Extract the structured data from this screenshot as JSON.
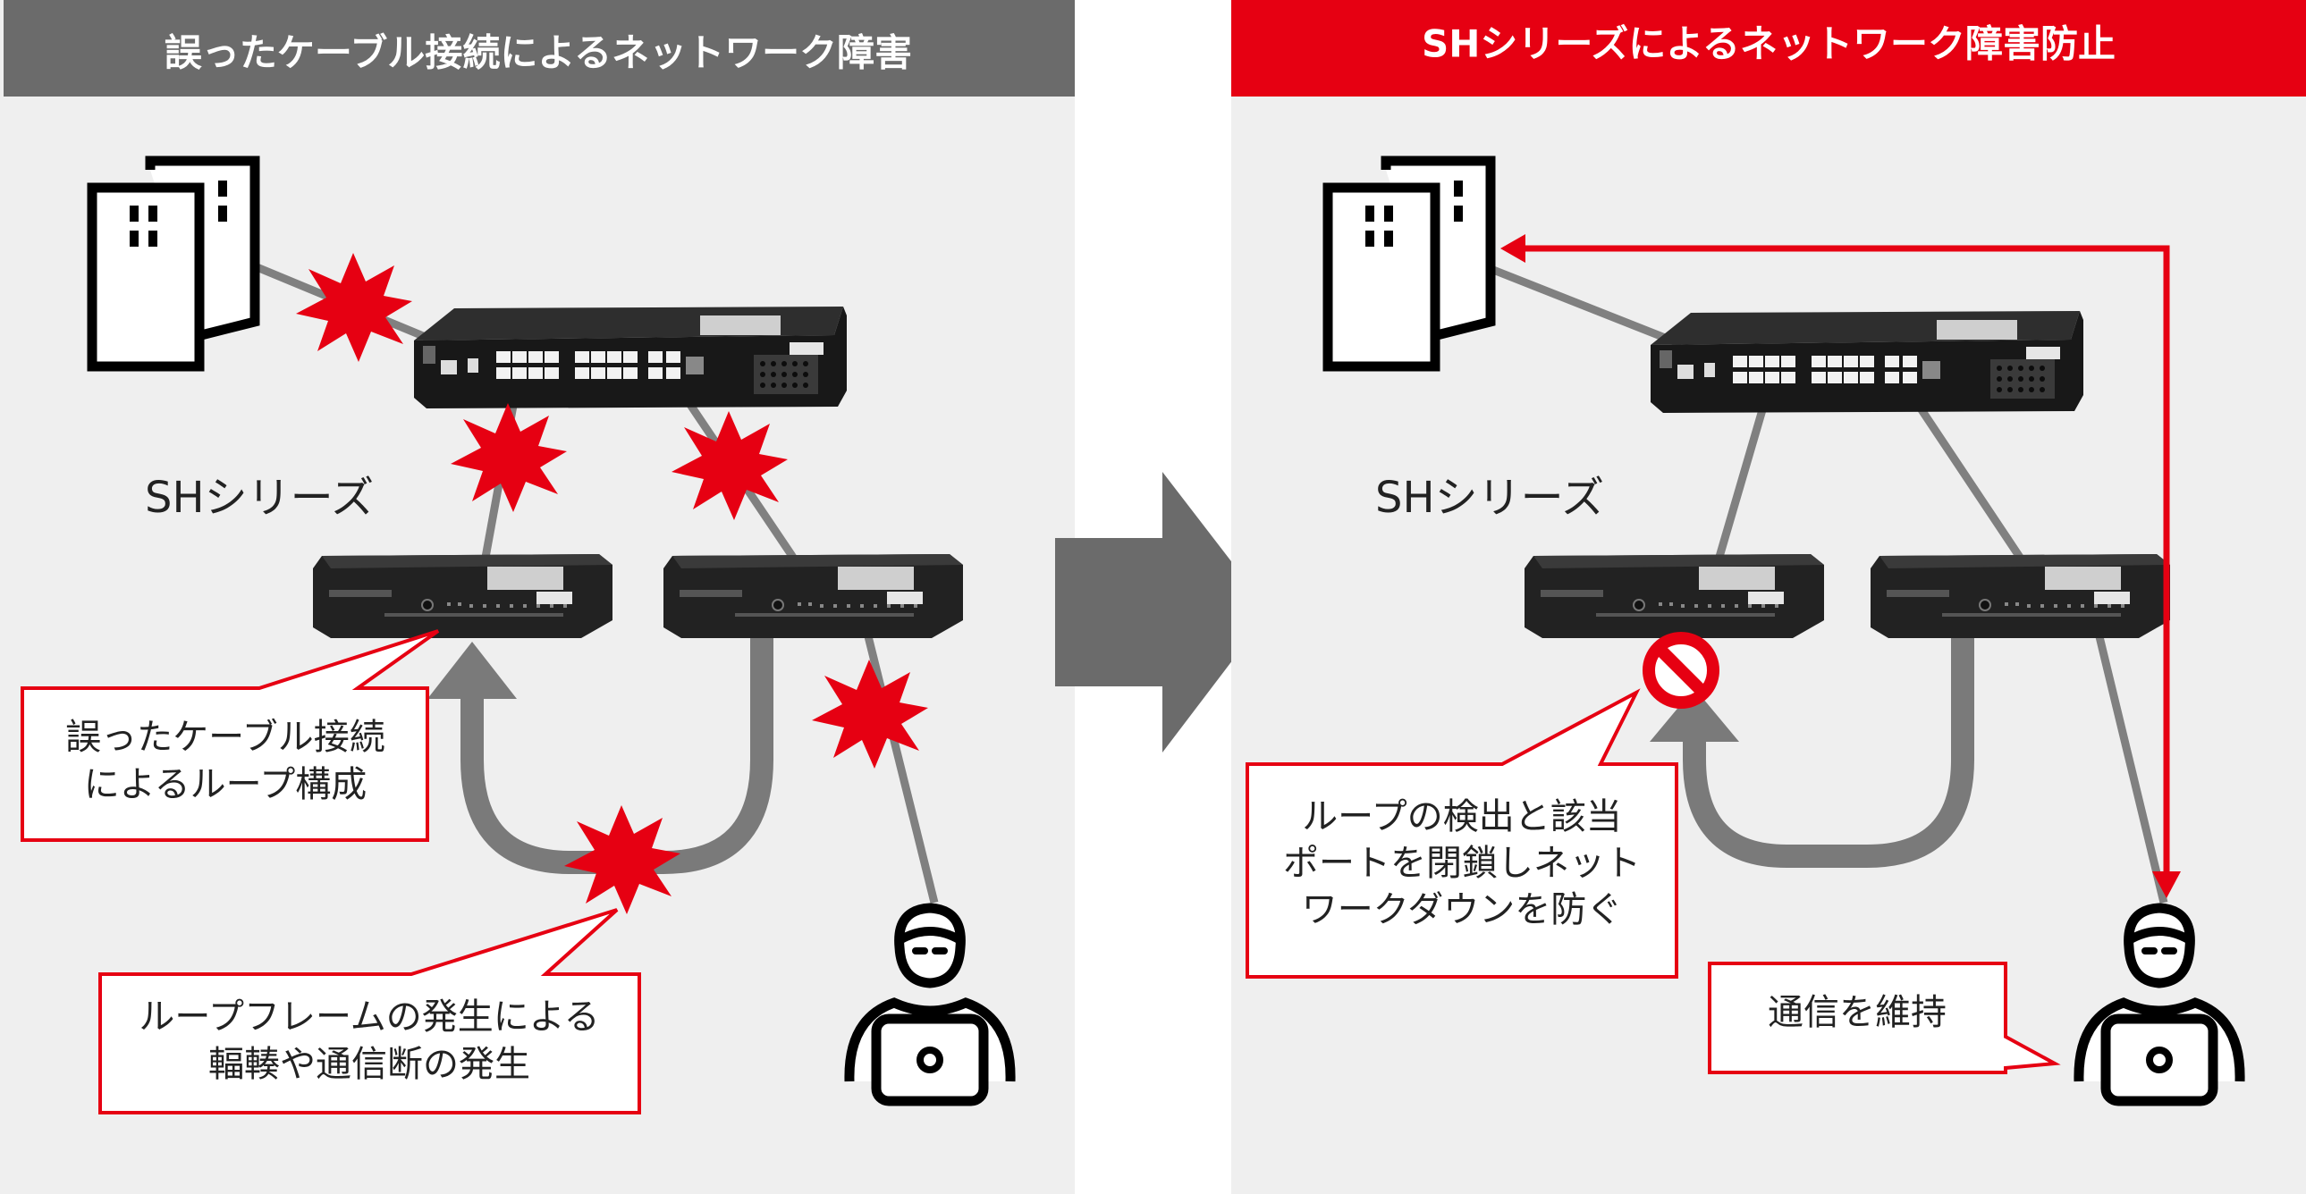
{
  "colors": {
    "panel_bg": "#efefef",
    "left_header_bg": "#6b6b6b",
    "right_header_bg": "#e60012",
    "accent_red": "#e60012",
    "cable_gray": "#808080",
    "arrow_gray": "#7a7a7a",
    "icon_black": "#000000"
  },
  "left_panel": {
    "header": "誤ったケーブル接続によるネットワーク障害",
    "series_label": "SHシリーズ",
    "callout_loop": [
      "誤ったケーブル接続",
      "によるループ構成"
    ],
    "callout_frames": [
      "ループフレームの発生による",
      "輻輳や通信断の発生"
    ]
  },
  "right_panel": {
    "header": "SHシリーズによるネットワーク障害防止",
    "series_label": "SHシリーズ",
    "callout_detect": [
      "ループの検出と該当",
      "ポートを閉鎖しネット",
      "ワークダウンを防ぐ"
    ],
    "callout_keep": "通信を維持"
  },
  "icons": {
    "server": "server-icon",
    "user": "user-laptop-icon",
    "switch": "network-switch-icon",
    "fault": "explosion-icon",
    "block": "prohibited-icon",
    "transition": "right-arrow-icon"
  }
}
